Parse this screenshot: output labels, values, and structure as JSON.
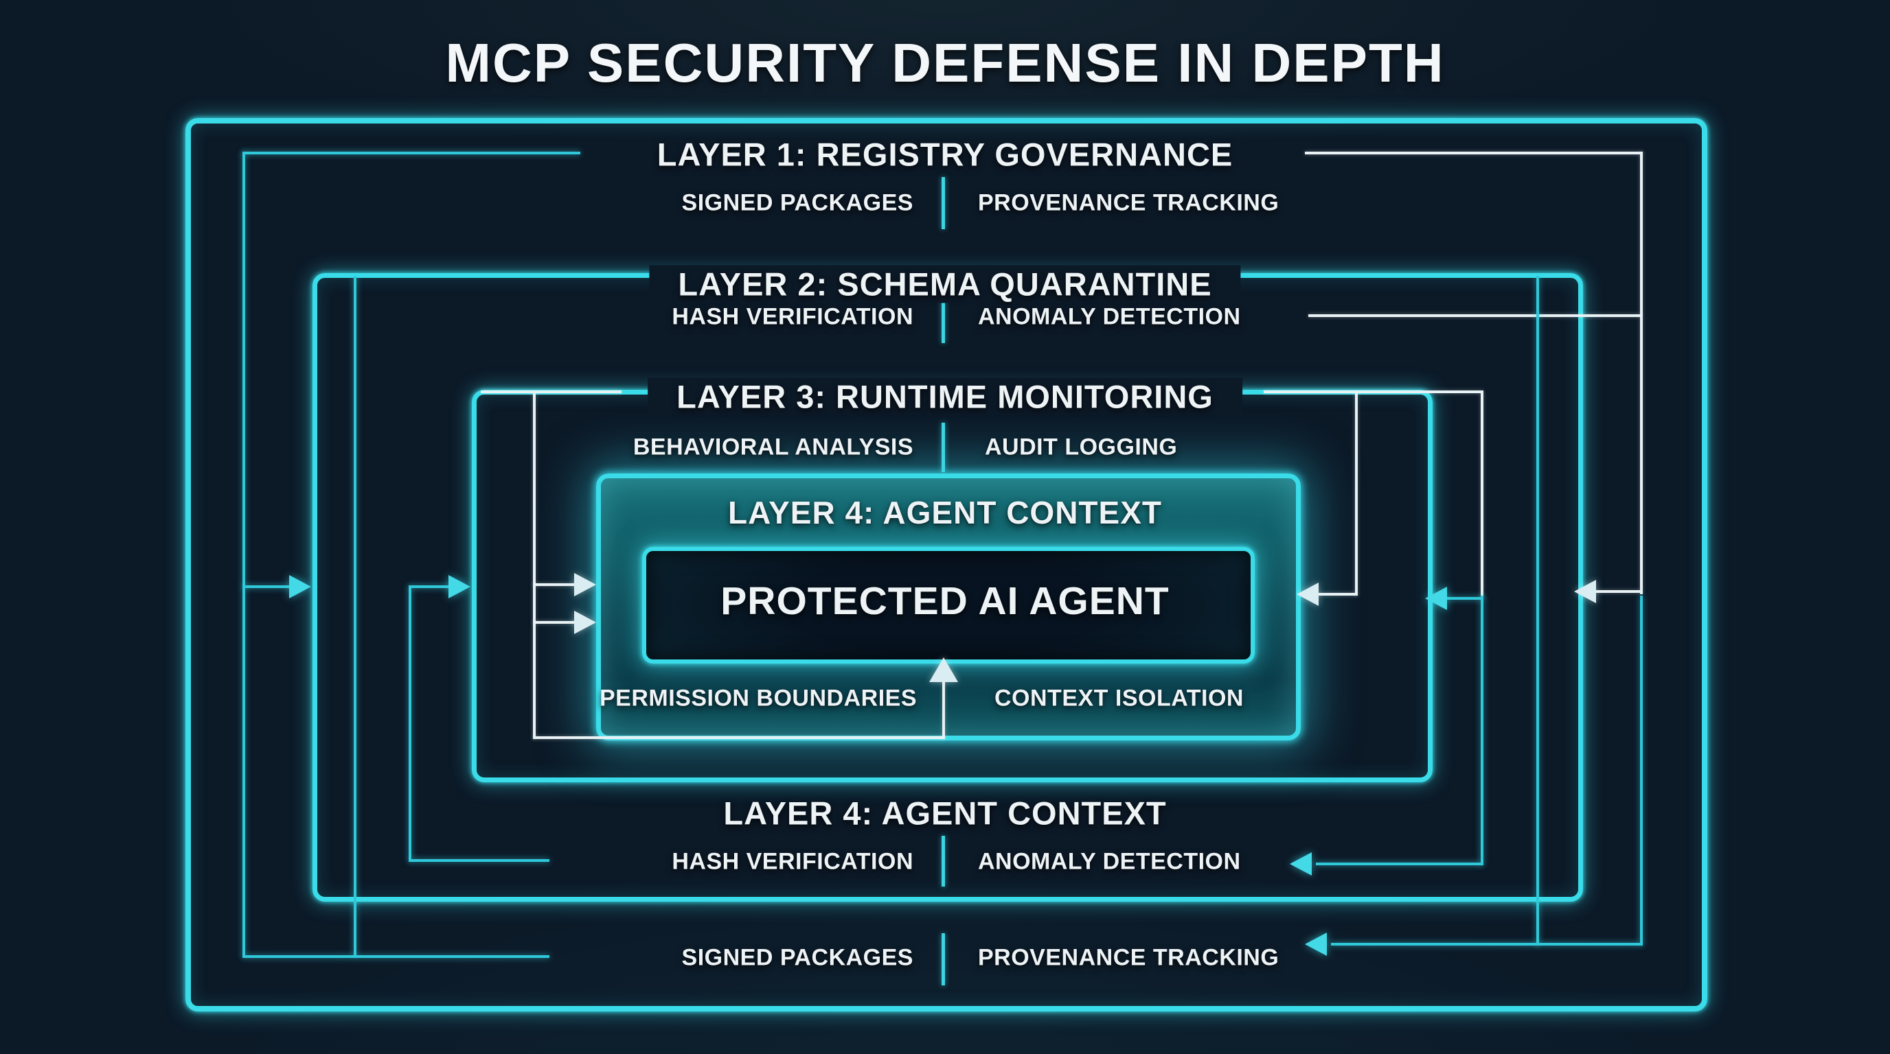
{
  "title": "MCP SECURITY DEFENSE IN DEPTH",
  "layer1": {
    "title": "LAYER 1: REGISTRY GOVERNANCE",
    "sub_left": "SIGNED PACKAGES",
    "sub_right": "PROVENANCE TRACKING"
  },
  "layer2": {
    "title": "LAYER 2: SCHEMA QUARANTINE",
    "sub_left": "HASH VERIFICATION",
    "sub_right": "ANOMALY DETECTION"
  },
  "layer3": {
    "title": "LAYER 3: RUNTIME MONITORING",
    "sub_left": "BEHAVIORAL ANALYSIS",
    "sub_right": "AUDIT LOGGING"
  },
  "layer4": {
    "title": "LAYER 4: AGENT CONTEXT",
    "core_label": "PROTECTED AI AGENT",
    "sub_left": "PERMISSION BOUNDARIES",
    "sub_right": "CONTEXT ISOLATION"
  },
  "footer": {
    "layer4_repeat_title": "LAYER 4: AGENT CONTEXT",
    "inner_left": "HASH VERIFICATION",
    "inner_right": "ANOMALY DETECTION",
    "outer_left": "SIGNED PACKAGES",
    "outer_right": "PROVENANCE TRACKING"
  },
  "colors": {
    "background": "#0c1927",
    "neon_cyan_border": "#3adce9",
    "cyan_line": "#2fc8d9",
    "white_line": "#e8f1f4",
    "teal_fill_top": "#19737b",
    "teal_fill_bottom": "#0b3c4a",
    "text": "#eef3f6"
  }
}
